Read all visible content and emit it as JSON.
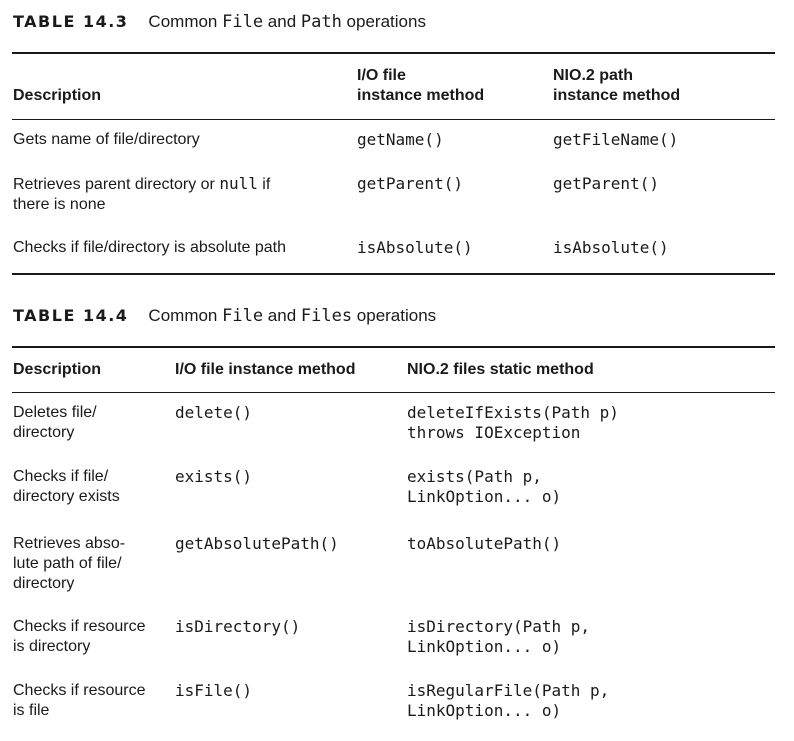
{
  "table1": {
    "caption": {
      "number": "TABLE 14.3",
      "parts": [
        "Common ",
        "File",
        " and ",
        "Path",
        " operations"
      ]
    },
    "headers": {
      "description": "Description",
      "io_line1": "I/O file",
      "io_line2": "instance method",
      "nio_line1": "NIO.2 path",
      "nio_line2": "instance method"
    },
    "rows": [
      {
        "desc": [
          "Gets name of file/directory"
        ],
        "io": "getName()",
        "nio": "getFileName()"
      },
      {
        "desc_a": "Retrieves parent directory or ",
        "desc_code": "null",
        "desc_b": " if",
        "desc_line2": "there is none",
        "io": "getParent()",
        "nio": "getParent()"
      },
      {
        "desc": [
          "Checks if file/directory is absolute path"
        ],
        "io": "isAbsolute()",
        "nio": "isAbsolute()"
      }
    ]
  },
  "table2": {
    "caption": {
      "number": "TABLE 14.4",
      "parts": [
        "Common ",
        "File",
        " and ",
        "Files",
        " operations"
      ]
    },
    "headers": {
      "description": "Description",
      "io": "I/O file instance method",
      "nio": "NIO.2 files static method"
    },
    "rows": [
      {
        "desc": [
          "Deletes file/",
          "directory"
        ],
        "io": "delete()",
        "nio": [
          "deleteIfExists(Path p)",
          "throws IOException"
        ]
      },
      {
        "desc": [
          "Checks if file/",
          "directory exists"
        ],
        "io": "exists()",
        "nio": [
          "exists(Path p,",
          "LinkOption... o)"
        ]
      },
      {
        "desc": [
          "Retrieves abso-",
          "lute path of file/",
          "directory"
        ],
        "io": "getAbsolutePath()",
        "nio": [
          "toAbsolutePath()"
        ]
      },
      {
        "desc": [
          "Checks if resource",
          "is directory"
        ],
        "io": "isDirectory()",
        "nio": [
          "isDirectory(Path p,",
          "LinkOption... o)"
        ]
      },
      {
        "desc": [
          "Checks if resource",
          "is file"
        ],
        "io": "isFile()",
        "nio": [
          "isRegularFile(Path p,",
          "LinkOption... o)"
        ]
      }
    ]
  }
}
